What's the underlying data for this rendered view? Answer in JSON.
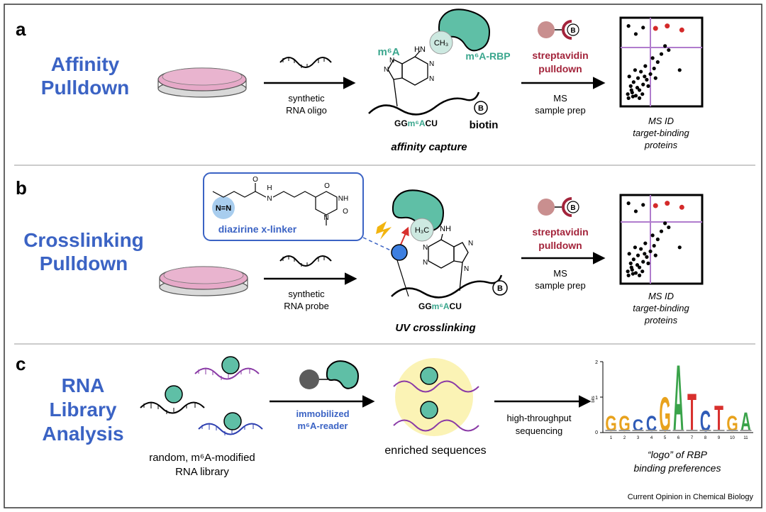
{
  "panels": {
    "a": {
      "letter": "a",
      "title_lines": [
        "Affinity",
        "Pulldown"
      ],
      "arrow1_lines": [
        "synthetic",
        "RNA oligo"
      ],
      "m6a": "m⁶A",
      "nh": "HN",
      "ch3": "CH₃",
      "rbp": "m⁶A-RBP",
      "seq": [
        "GG",
        "m⁶A",
        "CU"
      ],
      "biotin": "biotin",
      "b_tag": "B",
      "caption": "affinity capture",
      "strep_lines": [
        "streptavidin",
        "pulldown"
      ],
      "ms_lines": [
        "MS",
        "sample prep"
      ],
      "msid_lines": [
        "MS ID",
        "target-binding",
        "proteins"
      ]
    },
    "b": {
      "letter": "b",
      "title_lines": [
        "Crosslinking",
        "Pulldown"
      ],
      "linker_label": "diazirine x-linker",
      "diazirine": "N=N",
      "amide_o": "O",
      "amide_nh": "H",
      "amide_n": "N",
      "ring_o1": "O",
      "ring_o2": "O",
      "ring_nh": "NH",
      "ring_n": "N",
      "h3c": "H₃C",
      "nh": "NH",
      "arrow1_lines": [
        "synthetic",
        "RNA probe"
      ],
      "seq": [
        "GG",
        "m⁶A",
        "CU"
      ],
      "b_tag": "B",
      "caption": "UV crosslinking",
      "strep_lines": [
        "streptavidin",
        "pulldown"
      ],
      "ms_lines": [
        "MS",
        "sample prep"
      ],
      "msid_lines": [
        "MS ID",
        "target-binding",
        "proteins"
      ]
    },
    "c": {
      "letter": "c",
      "title_lines": [
        "RNA",
        "Library",
        "Analysis"
      ],
      "library_lines": [
        "random, m⁶A-modified",
        "RNA library"
      ],
      "reader_lines": [
        "immobilized",
        "m⁶A-reader"
      ],
      "enriched": "enriched sequences",
      "seq_lines": [
        "high-throughput",
        "sequencing"
      ],
      "logo_letters": [
        "G",
        "G",
        "C",
        "C",
        "G",
        "A",
        "T",
        "C",
        "T",
        "G",
        "A"
      ],
      "logo_heights_bits": [
        0.45,
        0.45,
        0.35,
        0.45,
        1.0,
        1.95,
        1.1,
        0.6,
        0.75,
        0.45,
        0.55
      ],
      "logo_colors": [
        "#e8a21c",
        "#e8a21c",
        "#2f5bb7",
        "#2f5bb7",
        "#e8a21c",
        "#3aa34a",
        "#d8302d",
        "#2f5bb7",
        "#d8302d",
        "#e8a21c",
        "#3aa34a"
      ],
      "logo_axis_label": "bits",
      "logo_yticks": [
        "2",
        "1",
        "0"
      ],
      "logo_xticks": [
        "1",
        "2",
        "3",
        "4",
        "5",
        "6",
        "7",
        "8",
        "9",
        "10",
        "11"
      ],
      "logo_caption_lines": [
        "“logo” of RBP",
        "binding preferences"
      ]
    }
  },
  "credit": "Current Opinion in Chemical Biology",
  "colors": {
    "title_blue": "#3b63c4",
    "teal": "#3aa68d",
    "protein": "#5fbfa6",
    "strep_red": "#a3243b",
    "biotin_bead": "#c98f8f",
    "dish_pink": "#e6a9c8",
    "purple": "#b07ccd",
    "red_dot": "#d42a2a",
    "rna_purple": "#8a3aa6",
    "rna_blue": "#2d3fb0",
    "yellow_glow": "#fbf3b5"
  },
  "scatter": {
    "points_a": [
      [
        0.05,
        0.95
      ],
      [
        0.1,
        0.88
      ],
      [
        0.15,
        0.92
      ],
      [
        0.08,
        0.8
      ],
      [
        0.2,
        0.85
      ],
      [
        0.12,
        0.75
      ],
      [
        0.25,
        0.78
      ],
      [
        0.18,
        0.7
      ],
      [
        0.3,
        0.72
      ],
      [
        0.06,
        0.68
      ],
      [
        0.22,
        0.62
      ],
      [
        0.35,
        0.65
      ],
      [
        0.14,
        0.6
      ],
      [
        0.28,
        0.55
      ],
      [
        0.4,
        0.58
      ],
      [
        0.09,
        0.85
      ],
      [
        0.17,
        0.82
      ],
      [
        0.24,
        0.9
      ],
      [
        0.11,
        0.93
      ],
      [
        0.32,
        0.8
      ],
      [
        0.45,
        0.5
      ],
      [
        0.38,
        0.45
      ],
      [
        0.5,
        0.4
      ],
      [
        0.55,
        0.3
      ],
      [
        0.6,
        0.35
      ],
      [
        0.75,
        0.6
      ],
      [
        0.2,
        0.95
      ],
      [
        0.04,
        0.9
      ],
      [
        0.27,
        0.68
      ],
      [
        0.42,
        0.7
      ]
    ],
    "red_a": [
      [
        0.42,
        0.08
      ],
      [
        0.58,
        0.05
      ],
      [
        0.78,
        0.1
      ]
    ],
    "black_top_a": [
      [
        0.05,
        0.05
      ],
      [
        0.25,
        0.07
      ],
      [
        0.15,
        0.15
      ]
    ]
  }
}
